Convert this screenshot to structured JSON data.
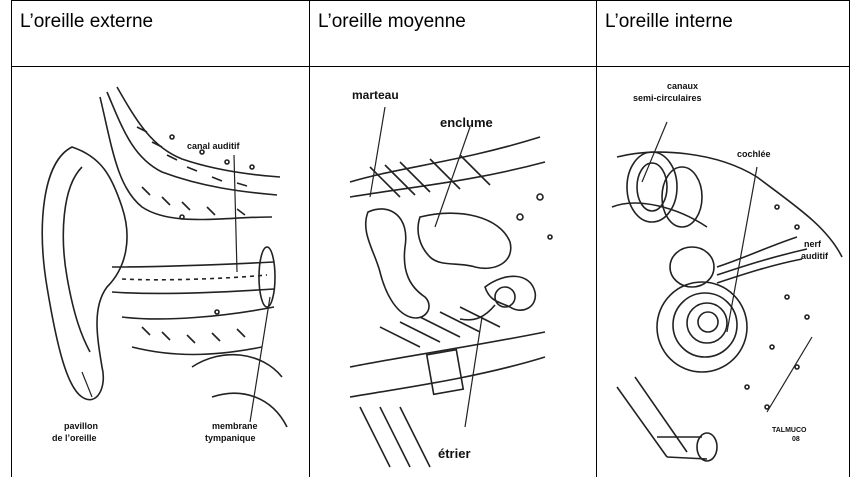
{
  "headers": [
    "L’oreille externe",
    "L’oreille moyenne",
    "L’oreille interne"
  ],
  "external": {
    "canal": "canal auditif",
    "pavillon_1": "pavillon",
    "pavillon_2": "de l’oreille",
    "membrane_1": "membrane",
    "membrane_2": "tympanique"
  },
  "middle": {
    "marteau": "marteau",
    "enclume": "enclume",
    "etrier": "étrier"
  },
  "internal": {
    "canaux_1": "canaux",
    "canaux_2": "semi-circulaires",
    "cochlee": "cochlée",
    "nerf_1": "nerf",
    "nerf_2": "auditif",
    "signature": "TALMUCO",
    "signature_year": "08"
  }
}
